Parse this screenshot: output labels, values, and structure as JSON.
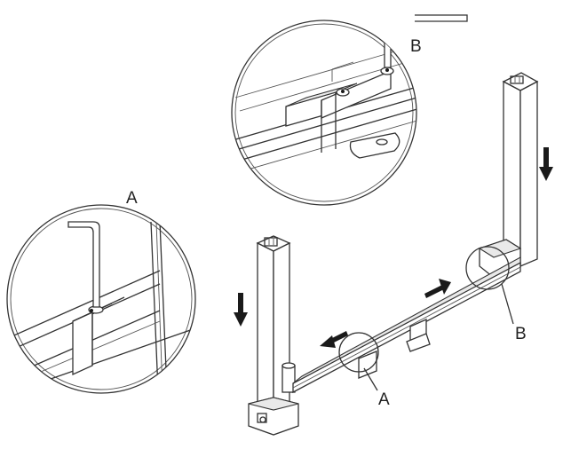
{
  "labels": {
    "detail_b": "B",
    "detail_a": "A",
    "pointer_b": "B",
    "pointer_a": "A"
  },
  "colors": {
    "line": "#333333",
    "arrow": "#1a1a1a",
    "background": "#ffffff"
  },
  "icons": [
    "hex-key-icon",
    "arrow-down-icon",
    "arrow-left-icon",
    "arrow-right-icon"
  ]
}
